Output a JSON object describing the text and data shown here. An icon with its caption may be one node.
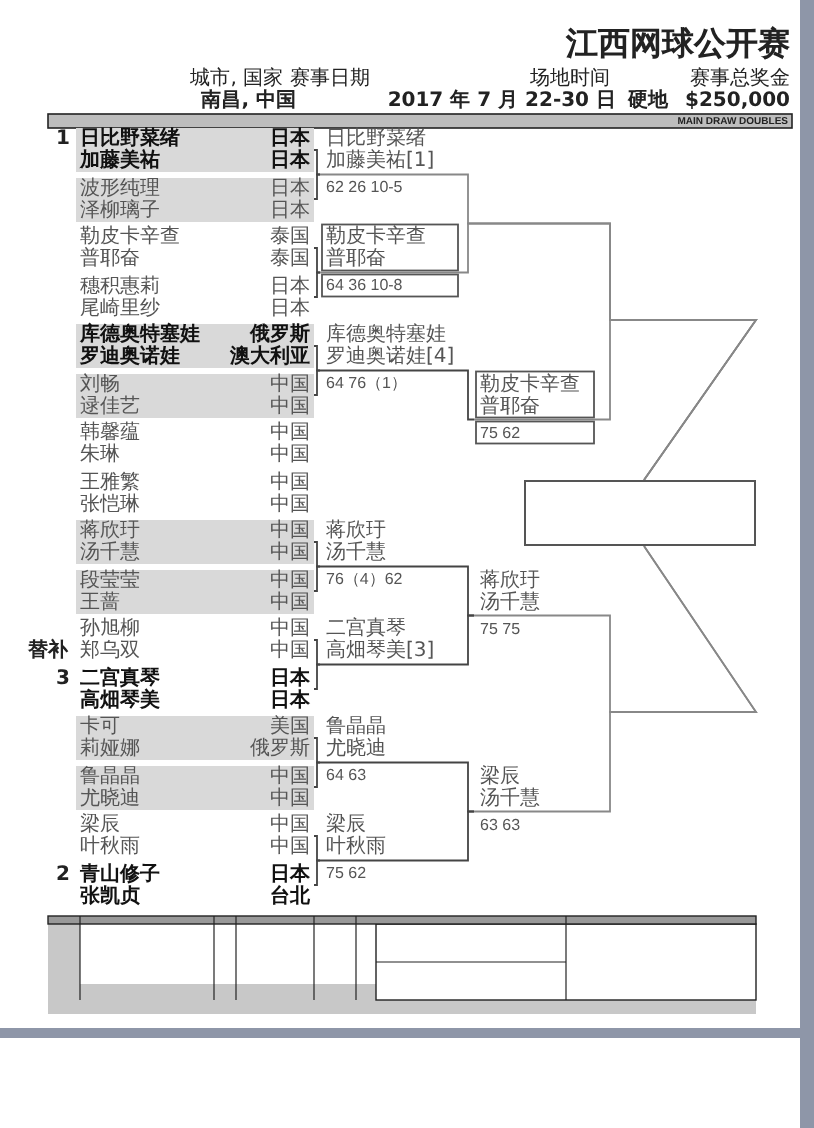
{
  "diagram": {
    "title": "江西网球公开赛",
    "nodes": [
      {
        "text": [
          "日比野菜绪",
          "日本",
          "加藤美祐",
          "日本"
        ],
        "beside": [
          "1"
        ]
      },
      {
        "text": [
          "波形纯理",
          "日本",
          "泽柳璃子",
          "日本"
        ]
      },
      {
        "text": [
          "勒皮卡辛查",
          "泰国",
          "普耶奋",
          "泰国"
        ]
      },
      {
        "text": [
          "穗积惠莉",
          "日本",
          "尾崎里纱",
          "日本"
        ]
      },
      {
        "text": [
          "库德奥特塞娃",
          "俄罗斯",
          "罗迪奥诺娃",
          "澳大利亚"
        ]
      },
      {
        "text": [
          "刘畅",
          "中国",
          "逯佳艺",
          "中国"
        ]
      },
      {
        "text": [
          "韩馨蕴",
          "中国",
          "朱琳",
          "中国"
        ]
      },
      {
        "text": [
          "王雅繁",
          "中国",
          "张恺琳",
          "中国"
        ]
      },
      {
        "text": [
          "蒋欣玗",
          "中国",
          "汤千慧",
          "中国"
        ]
      },
      {
        "text": [
          "段莹莹",
          "中国",
          "王蔷",
          "中国"
        ]
      },
      {
        "text": [
          "孙旭柳",
          "中国",
          "郑乌双",
          "中国"
        ]
      },
      {
        "text": [
          "二宫真琴",
          "日本",
          "高畑琴美",
          "日本"
        ],
        "beside": [
          "3"
        ]
      },
      {
        "text": [
          "卡可",
          "美国",
          "莉娅娜",
          "俄罗斯"
        ]
      },
      {
        "text": [
          "鲁晶晶",
          "中国",
          "尤晓迪",
          "中国"
        ]
      },
      {
        "text": [
          "梁辰",
          "中国",
          "叶秋雨",
          "中国"
        ]
      },
      {
        "text": [
          "青山修子",
          "日本",
          "张凯贞",
          "台北"
        ],
        "beside": [
          "2"
        ]
      },
      {
        "text": [
          "日比野菜绪",
          "加藤美祐[1]",
          "62 26 10-5"
        ]
      },
      {
        "text": [
          "勒皮卡辛查",
          "普耶奋",
          "64 36 10-8"
        ]
      },
      {
        "text": [
          "库德奥特塞娃",
          "罗迪奥诺娃[4]",
          "64 76（1）"
        ]
      },
      {
        "text": [
          "蒋欣玗",
          "汤千慧",
          "76（4）62"
        ]
      },
      {
        "text": [
          "二宫真琴",
          "高畑琴美[3]"
        ]
      },
      {
        "text": [
          "鲁晶晶",
          "尤晓迪",
          "64 63"
        ]
      },
      {
        "text": [
          "梁辰",
          "叶秋雨",
          "75 62"
        ]
      },
      {
        "text": [
          "勒皮卡辛查",
          "普耶奋",
          "75 62"
        ]
      },
      {
        "text": [
          "蒋欣玗",
          "汤千慧",
          "75 75"
        ]
      },
      {
        "text": [
          "梁辰",
          "汤千慧",
          "63 63"
        ]
      },
      {
        "text": [],
        "shape": "box"
      }
    ],
    "edges": [
      {
        "from": 0,
        "to": 16,
        "arrow": "none"
      },
      {
        "from": 1,
        "to": 16,
        "arrow": "none"
      },
      {
        "from": 2,
        "to": 17,
        "arrow": "none"
      },
      {
        "from": 3,
        "to": 17,
        "arrow": "none"
      },
      {
        "from": 4,
        "to": 18,
        "arrow": "none"
      },
      {
        "from": 5,
        "to": 18,
        "arrow": "none"
      },
      {
        "from": 8,
        "to": 19,
        "arrow": "none"
      },
      {
        "from": 9,
        "to": 19,
        "arrow": "none"
      },
      {
        "from": 10,
        "to": 20,
        "arrow": "none"
      },
      {
        "from": 11,
        "to": 20,
        "arrow": "none"
      },
      {
        "from": 12,
        "to": 21,
        "arrow": "none"
      },
      {
        "from": 13,
        "to": 21,
        "arrow": "none"
      },
      {
        "from": 14,
        "to": 22,
        "arrow": "none"
      },
      {
        "from": 15,
        "to": 22,
        "arrow": "none"
      },
      {
        "from": 18,
        "to": 23,
        "arrow": "none"
      },
      {
        "from": 19,
        "to": 24,
        "arrow": "none"
      },
      {
        "from": 20,
        "to": 24,
        "arrow": "none"
      },
      {
        "from": 21,
        "to": 25,
        "arrow": "none"
      },
      {
        "from": 22,
        "to": 25,
        "arrow": "none"
      },
      {
        "from": 16,
        "to": 26,
        "arrow": "none"
      },
      {
        "from": 17,
        "to": 26,
        "arrow": "none"
      },
      {
        "from": 23,
        "to": 26,
        "arrow": "none"
      },
      {
        "from": 24,
        "to": 26,
        "arrow": "none"
      },
      {
        "from": 25,
        "to": 26,
        "arrow": "none"
      }
    ],
    "labels": [
      "城市, 国家 赛事日期",
      "场地时间",
      "赛事总奖金",
      "南昌, 中国",
      "2017 年 7 月 22-30 日",
      "硬地",
      "$250,000",
      "MAIN DRAW DOUBLES",
      "替补"
    ]
  }
}
